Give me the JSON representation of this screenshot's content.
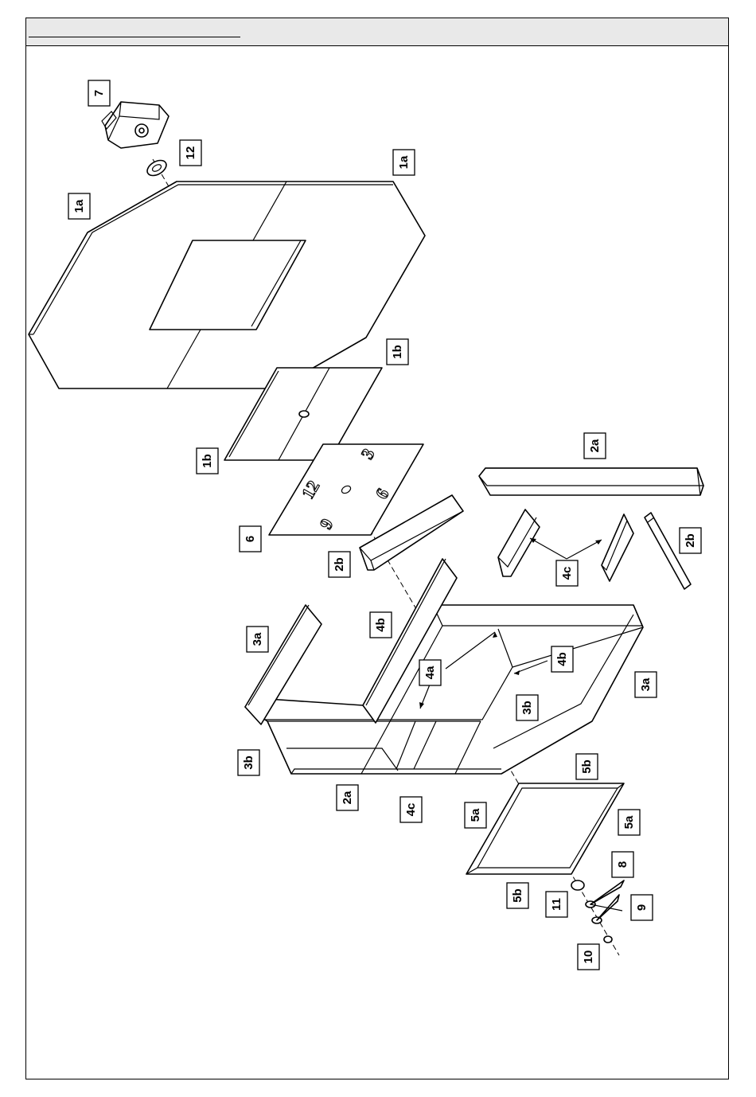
{
  "header": {
    "title": ""
  },
  "labels": {
    "l1a_left": "1a",
    "l1a_right": "1a",
    "l1b_top": "1b",
    "l1b_bottom": "1b",
    "l2a_top": "2a",
    "l2a_bottom": "2a",
    "l2b_left": "2b",
    "l2b_right": "2b",
    "l3a_left": "3a",
    "l3a_right": "3a",
    "l3b_left": "3b",
    "l3b_inner": "3b",
    "l4a": "4a",
    "l4b_top": "4b",
    "l4b_right": "4b",
    "l4c_top": "4c",
    "l4c_bottom": "4c",
    "l5a_left": "5a",
    "l5a_right": "5a",
    "l5b_top": "5b",
    "l5b_bottom": "5b",
    "l6": "6",
    "l7": "7",
    "l8": "8",
    "l9": "9",
    "l10": "10",
    "l11": "11",
    "l12": "12"
  },
  "dial_numerals": {
    "n12": "12",
    "n3": "3",
    "n6": "6",
    "n9": "9"
  }
}
